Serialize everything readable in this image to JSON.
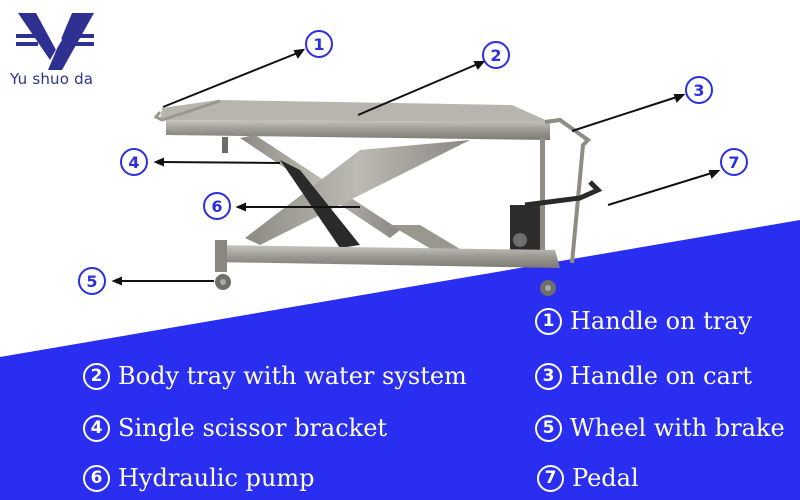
{
  "brand": {
    "name": "Yu shuo da",
    "color": "#2e3192"
  },
  "colors": {
    "accent_blue": "#2a2ef0",
    "callout_blue": "#2b2fe0",
    "legend_text": "#ffffff"
  },
  "callouts": [
    {
      "num": "1",
      "label": "Handle on tray"
    },
    {
      "num": "2",
      "label": "Body tray with water system"
    },
    {
      "num": "3",
      "label": "Handle on cart"
    },
    {
      "num": "4",
      "label": "Single scissor bracket"
    },
    {
      "num": "5",
      "label": "Wheel with brake"
    },
    {
      "num": "6",
      "label": "Hydraulic pump"
    },
    {
      "num": "7",
      "label": "Pedal"
    }
  ],
  "legend": {
    "left": [
      {
        "num": "2",
        "label": "Body tray with water system"
      },
      {
        "num": "4",
        "label": "Single scissor bracket"
      },
      {
        "num": "6",
        "label": "Hydraulic pump"
      }
    ],
    "right": [
      {
        "num": "1",
        "label": "Handle on tray"
      },
      {
        "num": "3",
        "label": "Handle on cart"
      },
      {
        "num": "5",
        "label": "Wheel with brake"
      },
      {
        "num": "7",
        "label": "Pedal"
      }
    ]
  }
}
